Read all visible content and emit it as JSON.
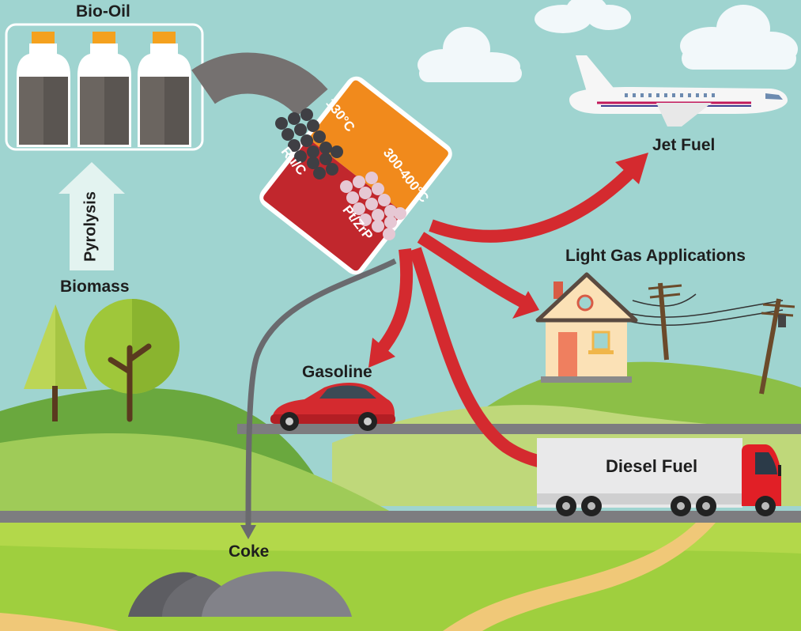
{
  "labels": {
    "bio_oil": "Bio-Oil",
    "pyrolysis": "Pyrolysis",
    "biomass": "Biomass",
    "jet_fuel": "Jet Fuel",
    "light_gas": "Light Gas Applications",
    "gasoline": "Gasoline",
    "diesel": "Diesel Fuel",
    "coke": "Coke"
  },
  "reactor": {
    "stage1_temp": "130°C",
    "stage1_catalyst": "Ru/C",
    "stage2_temp": "300-400°C",
    "stage2_catalyst": "Pt/ZrP"
  },
  "colors": {
    "sky": "#9fd4d0",
    "arrow_red": "#d42a2f",
    "pipe_gray": "#757170",
    "reactor_orange": "#f18a1c",
    "reactor_red": "#c1272d",
    "grass_light": "#bfd87a",
    "grass_dark": "#8cbf47",
    "road": "#7d7d80"
  },
  "icons": [
    "bottle-icon",
    "airplane-icon",
    "house-icon",
    "utility-pole-icon",
    "car-icon",
    "truck-icon",
    "tree-icon",
    "rock-icon",
    "cloud-icon"
  ]
}
